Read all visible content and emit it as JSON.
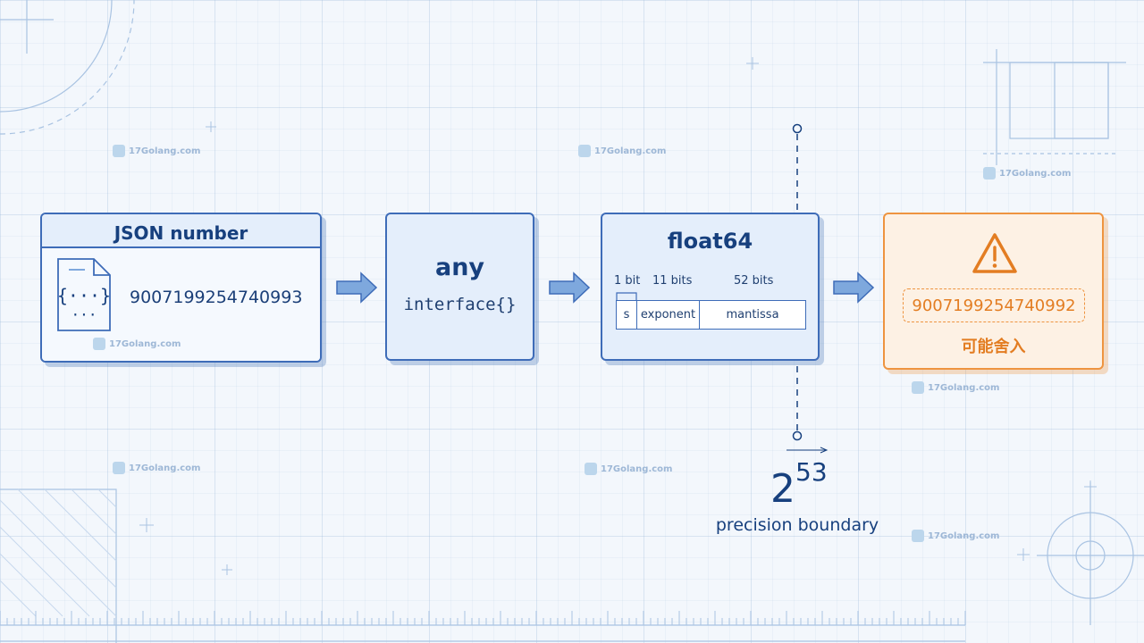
{
  "colors": {
    "primary": "#3e6cb8",
    "primary_text": "#17407e",
    "box_fill": "#e4eefb",
    "warning": "#ee9440",
    "warning_text": "#e37d22",
    "background": "#f3f7fc"
  },
  "stages": {
    "json": {
      "title": "JSON number",
      "value": "9007199254740993",
      "icon": "json-document-icon"
    },
    "any": {
      "title": "any",
      "subtitle": "interface{}"
    },
    "float64": {
      "title": "float64",
      "bits": {
        "sign_label": "1 bit",
        "exponent_label": "11 bits",
        "mantissa_label": "52 bits"
      },
      "fields": {
        "sign": "s",
        "exponent": "exponent",
        "mantissa": "mantissa"
      }
    },
    "result": {
      "icon": "warning-icon",
      "value": "9007199254740992",
      "note": "可能舍入"
    }
  },
  "boundary": {
    "base": "2",
    "exponent": "53",
    "label": "precision boundary"
  },
  "watermark": {
    "text": "17Golang.com"
  }
}
